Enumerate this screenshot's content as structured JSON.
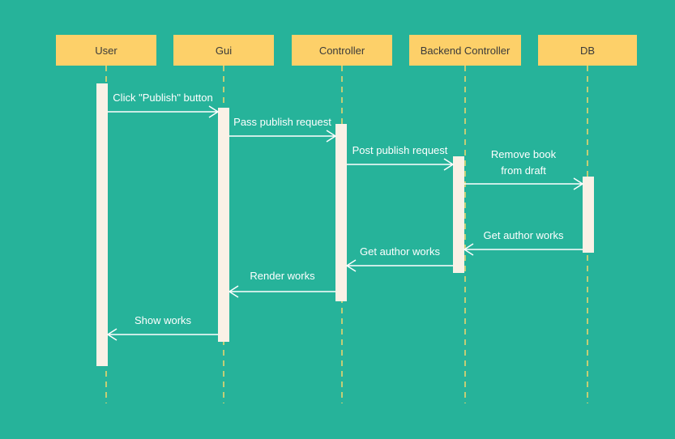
{
  "colors": {
    "background": "#26b39a",
    "actor_fill": "#fdd069",
    "lifeline": "#f5d86a",
    "activation": "#faf1e6",
    "message": "#ffffff"
  },
  "participants": [
    {
      "id": "user",
      "label": "User"
    },
    {
      "id": "gui",
      "label": "Gui"
    },
    {
      "id": "controller",
      "label": "Controller"
    },
    {
      "id": "backend",
      "label": "Backend Controller"
    },
    {
      "id": "db",
      "label": "DB"
    }
  ],
  "messages": [
    {
      "from": "user",
      "to": "gui",
      "lines": [
        "Click \"Publish\" button"
      ]
    },
    {
      "from": "gui",
      "to": "controller",
      "lines": [
        "Pass publish request"
      ]
    },
    {
      "from": "controller",
      "to": "backend",
      "lines": [
        "Post publish request"
      ]
    },
    {
      "from": "backend",
      "to": "db",
      "lines": [
        "Remove book",
        "from draft"
      ]
    },
    {
      "from": "db",
      "to": "backend",
      "lines": [
        "Get author works"
      ]
    },
    {
      "from": "backend",
      "to": "controller",
      "lines": [
        "Get author works"
      ]
    },
    {
      "from": "controller",
      "to": "gui",
      "lines": [
        "Render works"
      ]
    },
    {
      "from": "gui",
      "to": "user",
      "lines": [
        "Show works"
      ]
    }
  ]
}
